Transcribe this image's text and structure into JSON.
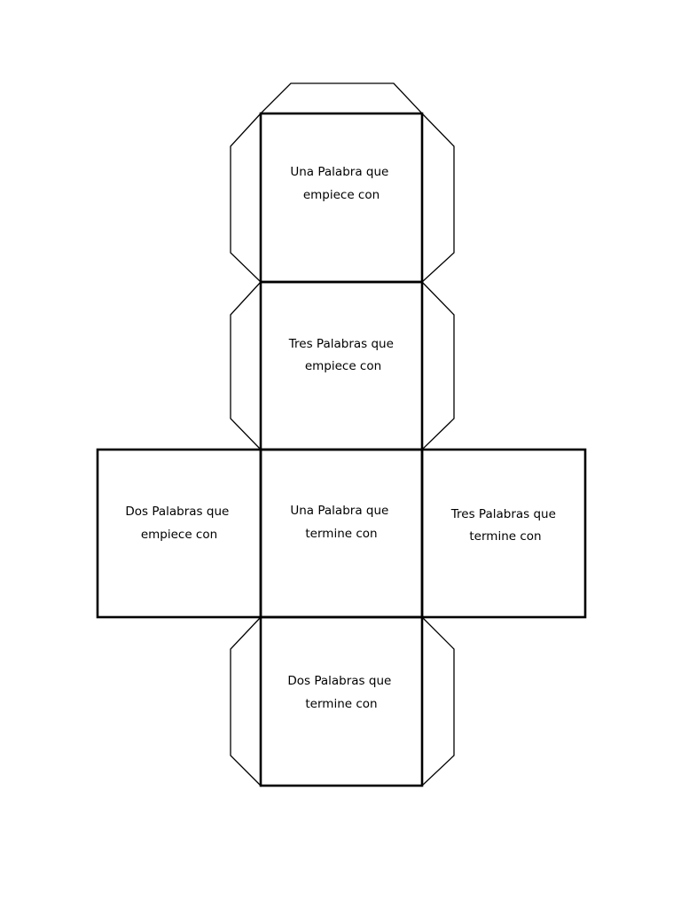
{
  "faces": {
    "top": {
      "line1": "Una Palabra que",
      "line2": "empiece con"
    },
    "upper": {
      "line1": "Tres Palabras que",
      "line2": "empiece con"
    },
    "left": {
      "line1": "Dos Palabras que",
      "line2": "empiece con"
    },
    "center": {
      "line1": "Una Palabra que",
      "line2": "termine con"
    },
    "right": {
      "line1": "Tres Palabras que",
      "line2": "termine con"
    },
    "bottom": {
      "line1": "Dos Palabras que",
      "line2": "termine con"
    }
  },
  "colors": {
    "line": "#000000",
    "fill": "#ffffff"
  }
}
